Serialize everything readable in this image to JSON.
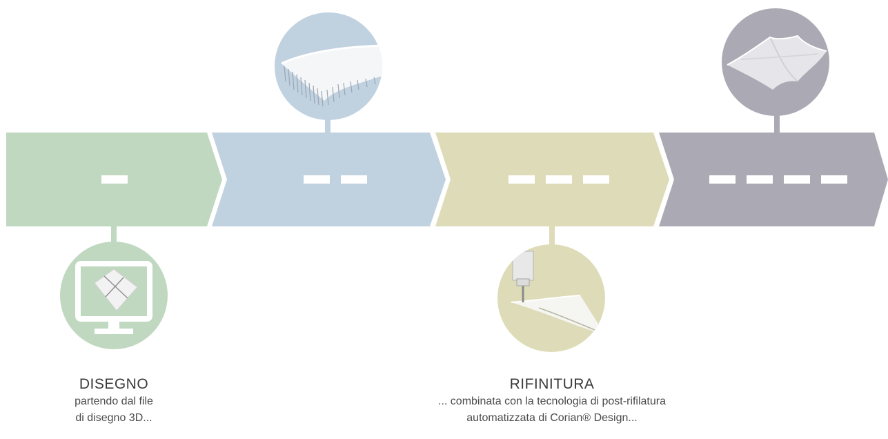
{
  "colors": {
    "step1": "#c0d8c0",
    "step2": "#c0d1e0",
    "step3": "#dedcb8",
    "step4": "#abaab4",
    "dash": "#ffffff"
  },
  "steps": [
    {
      "dash_count": 1,
      "icon": "monitor-icon",
      "title": "DISEGNO",
      "desc_line1": "partendo dal file",
      "desc_line2": "di disegno 3D..."
    },
    {
      "dash_count": 2,
      "icon": "curved-panel-icon",
      "title": "",
      "desc_line1": "",
      "desc_line2": ""
    },
    {
      "dash_count": 3,
      "icon": "router-tool-icon",
      "title": "RIFINITURA",
      "desc_line1": "... combinata con la tecnologia di post-rifilatura",
      "desc_line2": "automatizzata di Corian® Design..."
    },
    {
      "dash_count": 4,
      "icon": "wavy-surface-icon",
      "title": "",
      "desc_line1": "",
      "desc_line2": ""
    }
  ]
}
